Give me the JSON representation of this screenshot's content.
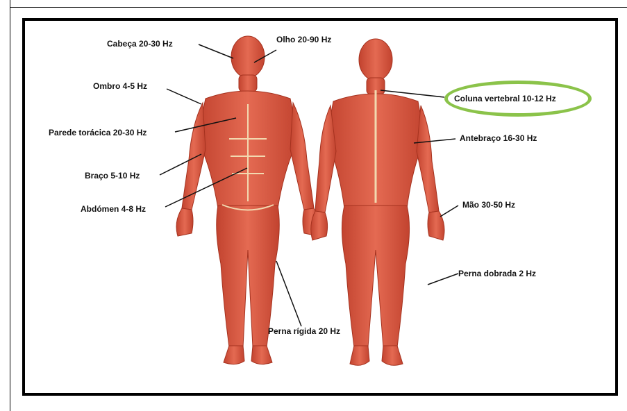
{
  "diagram": {
    "labels": {
      "cabeca": "Cabeça 20-30 Hz",
      "olho": "Olho 20-90 Hz",
      "ombro": "Ombro 4-5 Hz",
      "coluna": "Coluna vertebral 10-12 Hz",
      "parede": "Parede torácica 20-30 Hz",
      "antebraco": "Antebraço 16-30 Hz",
      "braco": "Braço 5-10 Hz",
      "abdomen": "Abdómen 4-8 Hz",
      "mao": "Mão 30-50 Hz",
      "perna_dobrada": "Perna dobrada 2 Hz",
      "perna_rigida": "Perna rígida 20 Hz"
    },
    "colors": {
      "muscle": "#d9553f",
      "muscle_dark": "#b43a2a",
      "tendon": "#f2d9b0",
      "highlight": "#8bc34a"
    }
  }
}
